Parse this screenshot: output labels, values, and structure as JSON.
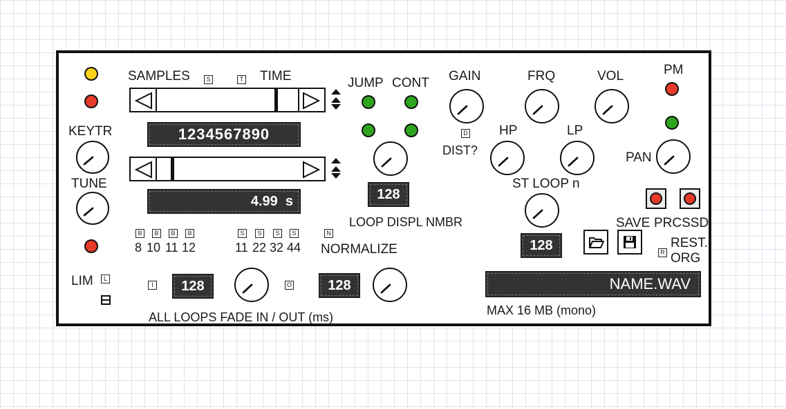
{
  "samples_time": {
    "samples_label": "SAMPLES",
    "samples_toggle": "S",
    "time_toggle": "T",
    "time_label": "TIME",
    "digits_display": "1234567890",
    "time_display": "4.99  s"
  },
  "left_column": {
    "keytr_label": "KEYTR",
    "tune_label": "TUNE",
    "lim_label": "LIM",
    "lim_toggle": "L"
  },
  "bit_depth": {
    "toggle": "B",
    "options": [
      "8",
      "10",
      "11",
      "12"
    ]
  },
  "sample_rate": {
    "toggle": "S",
    "options": [
      "11",
      "22",
      "32",
      "44"
    ]
  },
  "normalize": {
    "toggle": "N",
    "label": "NORMALIZE"
  },
  "fade": {
    "in_toggle": "I",
    "in_value": "128",
    "out_toggle": "O",
    "out_value": "128",
    "label": "ALL LOOPS FADE IN / OUT (ms)"
  },
  "loop_mode": {
    "jump_label": "JUMP",
    "cont_label": "CONT",
    "loop_display_value": "128",
    "loop_display_label": "LOOP DISPL NMBR"
  },
  "filters": {
    "gain_label": "GAIN",
    "frq_label": "FRQ",
    "vol_label": "VOL",
    "dist_toggle": "D",
    "dist_label": "DIST?",
    "hp_label": "HP",
    "lp_label": "LP",
    "st_loop_label": "ST LOOP n",
    "st_loop_value": "128"
  },
  "right_column": {
    "pm_label": "PM",
    "pan_label": "PAN",
    "save_label": "SAVE",
    "prcssd_label": "PRCSSD",
    "rest_toggle": "R",
    "rest_label": "REST.",
    "org_label": "ORG"
  },
  "file": {
    "name": "NAME.WAV",
    "size_note": "MAX 16 MB (mono)"
  },
  "icons": [
    "folder-open-icon",
    "save-floppy-icon",
    "triangle-left-icon",
    "triangle-right-icon",
    "up-down-arrows-icon"
  ],
  "colors": {
    "led_yellow": "#ffd21a",
    "led_red": "#e63a2a",
    "led_green": "#2fa51f",
    "display_bg": "#333333",
    "display_text": "#ffffff"
  }
}
